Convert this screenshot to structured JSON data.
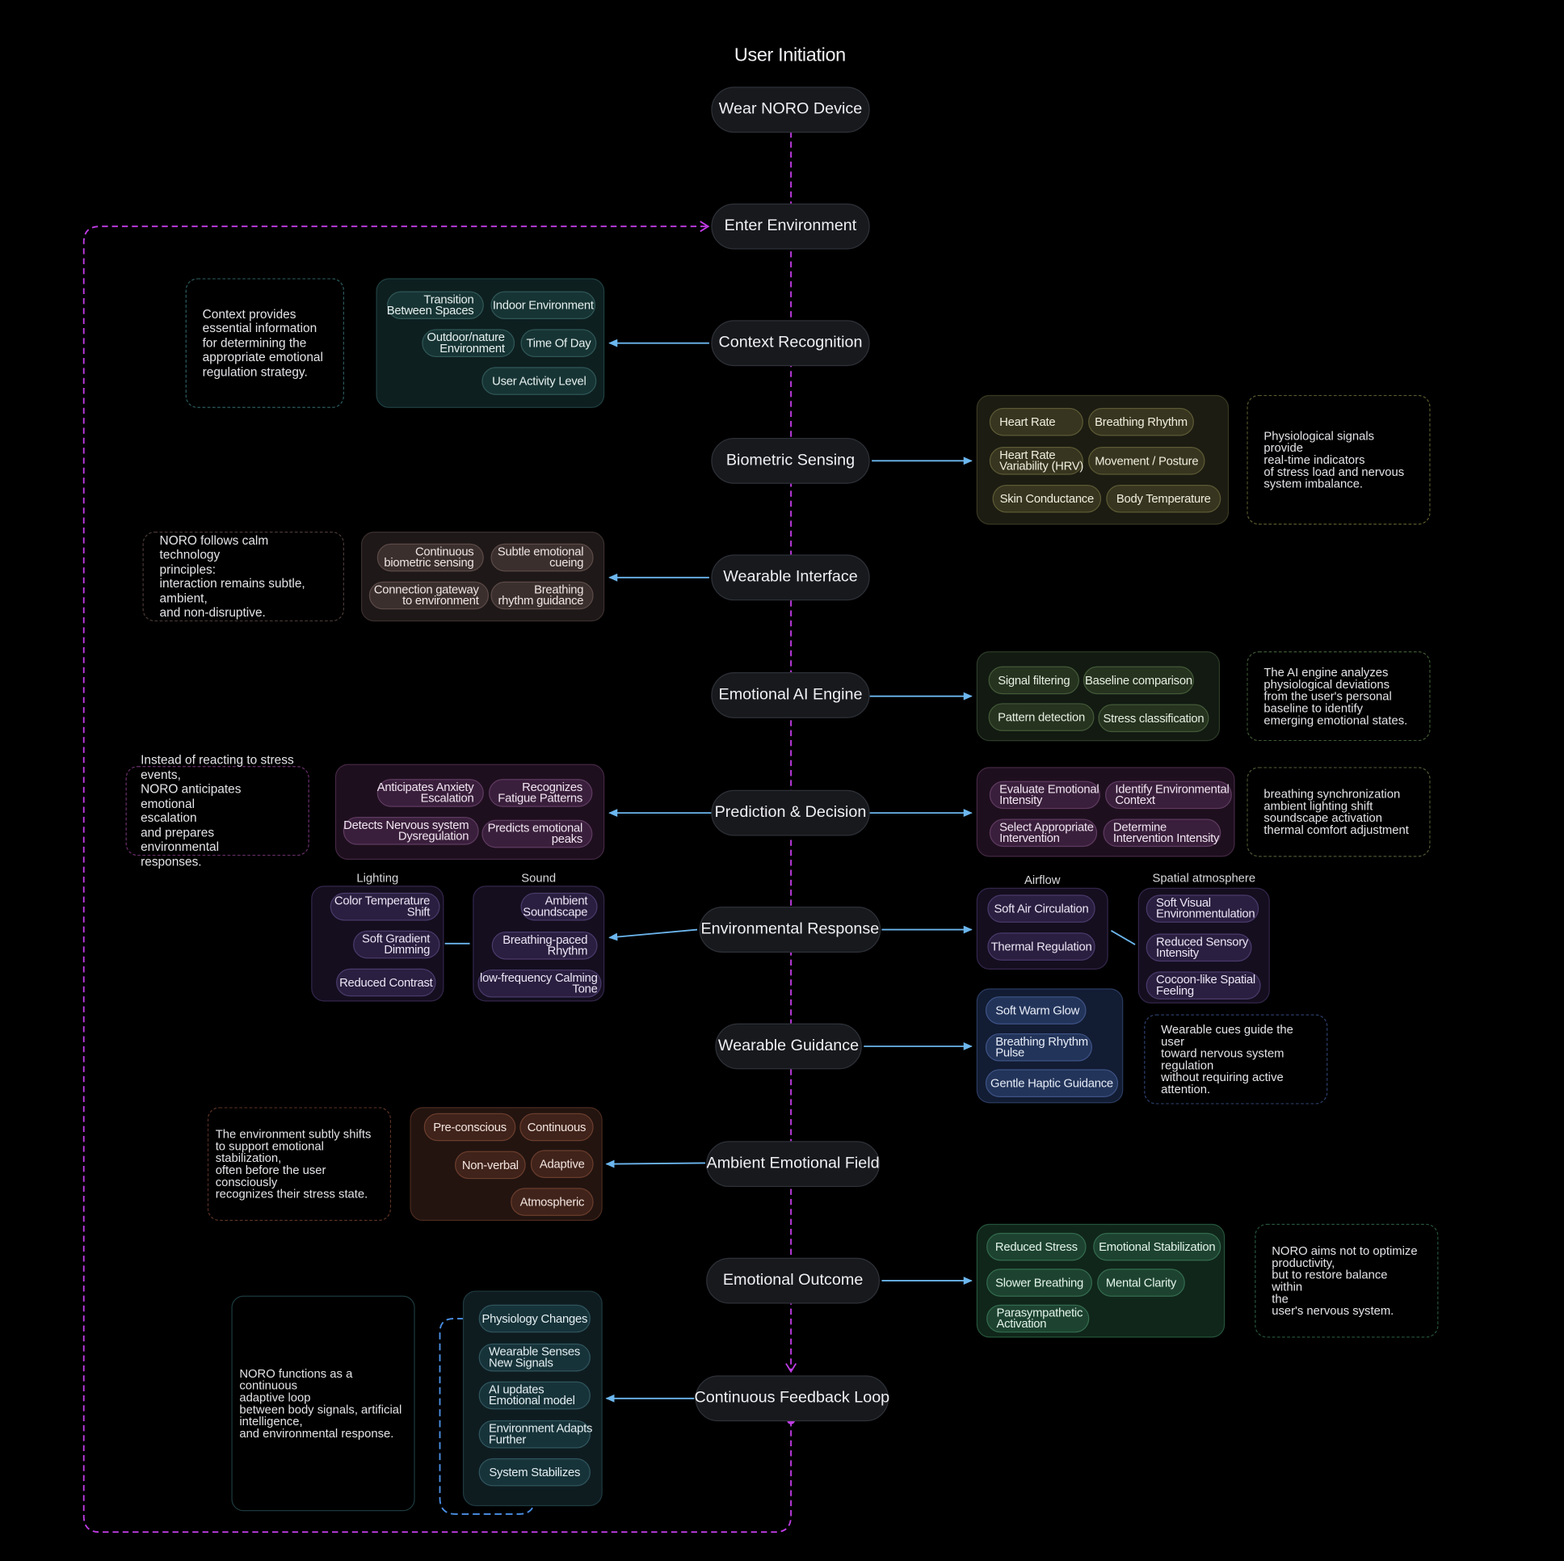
{
  "title": "User Initiation",
  "colors": {
    "main_line": "#c13ce6",
    "arrow": "#6cb6ee",
    "loop": "#4a90e6"
  },
  "nodes": {
    "wear": "Wear NORO Device",
    "enter": "Enter Environment",
    "context": "Context Recognition",
    "biometric": "Biometric Sensing",
    "wearable_interface": "Wearable Interface",
    "ai_engine": "Emotional AI Engine",
    "prediction": "Prediction & Decision",
    "env_response": "Environmental Response",
    "guidance": "Wearable Guidance",
    "ambient": "Ambient Emotional Field",
    "outcome": "Emotional Outcome",
    "feedback": "Continuous Feedback Loop"
  },
  "context": {
    "chips": [
      "Transition\nBetween Spaces",
      "Indoor Environment",
      "Outdoor/nature\nEnvironment",
      "Time Of Day",
      "User Activity Level"
    ],
    "note": "Context provides\nessential information\nfor determining the\nappropriate emotional\nregulation strategy."
  },
  "biometric": {
    "chips": [
      "Heart Rate",
      "Breathing Rhythm",
      "Heart Rate\nVariability (HRV)",
      "Movement / Posture",
      "Skin Conductance",
      "Body Temperature"
    ],
    "note": "Physiological signals provide\nreal-time indicators\nof stress load and nervous\nsystem imbalance."
  },
  "wearable_interface": {
    "chips": [
      "Continuous\nbiometric sensing",
      "Subtle emotional\ncueing",
      "Connection gateway\nto environment",
      "Breathing\nrhythm guidance"
    ],
    "note": "NORO follows calm technology\nprinciples:\ninteraction remains subtle,\nambient,\nand non-disruptive."
  },
  "ai_engine": {
    "chips": [
      "Signal filtering",
      "Baseline comparison",
      "Pattern detection",
      "Stress classification"
    ],
    "note": "The AI engine analyzes\nphysiological deviations\nfrom the user's personal\nbaseline to identify\nemerging emotional states."
  },
  "prediction": {
    "left_chips": [
      "Anticipates Anxiety\nEscalation",
      "Recognizes\nFatigue Patterns",
      "Detects Nervous system\nDysregulation",
      "Predicts emotional\npeaks"
    ],
    "left_note": "Instead of reacting to stress\nevents,\nNORO anticipates emotional\nescalation\nand prepares environmental\nresponses.",
    "right_chips": [
      "Evaluate Emotional\nIntensity",
      "Identify Environmental\nContext",
      "Select Appropriate\nIntervention",
      "Determine\nIntervention Intensity"
    ],
    "right_note": "breathing synchronization\nambient lighting shift\nsoundscape activation\nthermal comfort adjustment"
  },
  "env_response": {
    "lighting_label": "Lighting",
    "lighting": [
      "Color Temperature\nShift",
      "Soft Gradient\nDimming",
      "Reduced Contrast"
    ],
    "sound_label": "Sound",
    "sound": [
      "Ambient\nSoundscape",
      "Breathing-paced\nRhythm",
      "low-frequency Calming\nTone"
    ],
    "airflow_label": "Airflow",
    "airflow": [
      "Soft Air Circulation",
      "Thermal Regulation"
    ],
    "spatial_label": "Spatial atmosphere",
    "spatial": [
      "Soft Visual\nEnvironmentulation",
      "Reduced Sensory\nIntensity",
      "Cocoon-like Spatial\nFeeling"
    ]
  },
  "guidance": {
    "chips": [
      "Soft Warm Glow",
      "Breathing Rhythm\nPulse",
      "Gentle Haptic Guidance"
    ],
    "note": "Wearable cues guide the\nuser\ntoward nervous system\nregulation\nwithout requiring active\nattention."
  },
  "ambient": {
    "chips": [
      "Pre-conscious",
      "Continuous",
      "Non-verbal",
      "Adaptive",
      "Atmospheric"
    ],
    "note": "The environment subtly shifts\nto support emotional stabilization,\noften before the user consciously\nrecognizes their stress state."
  },
  "outcome": {
    "chips": [
      "Reduced Stress",
      "Emotional Stabilization",
      "Slower Breathing",
      "Mental Clarity",
      "Parasympathetic\nActivation"
    ],
    "note": "NORO aims not to optimize\nproductivity,\nbut to restore balance within\nthe\nuser's nervous system."
  },
  "feedback": {
    "chips": [
      "Physiology Changes",
      "Wearable Senses\nNew Signals",
      "AI updates\nEmotional model",
      "Environment Adapts\nFurther",
      "System Stabilizes"
    ],
    "note": "NORO functions as a continuous\nadaptive loop\nbetween body signals, artificial\nintelligence,\nand environmental response."
  }
}
